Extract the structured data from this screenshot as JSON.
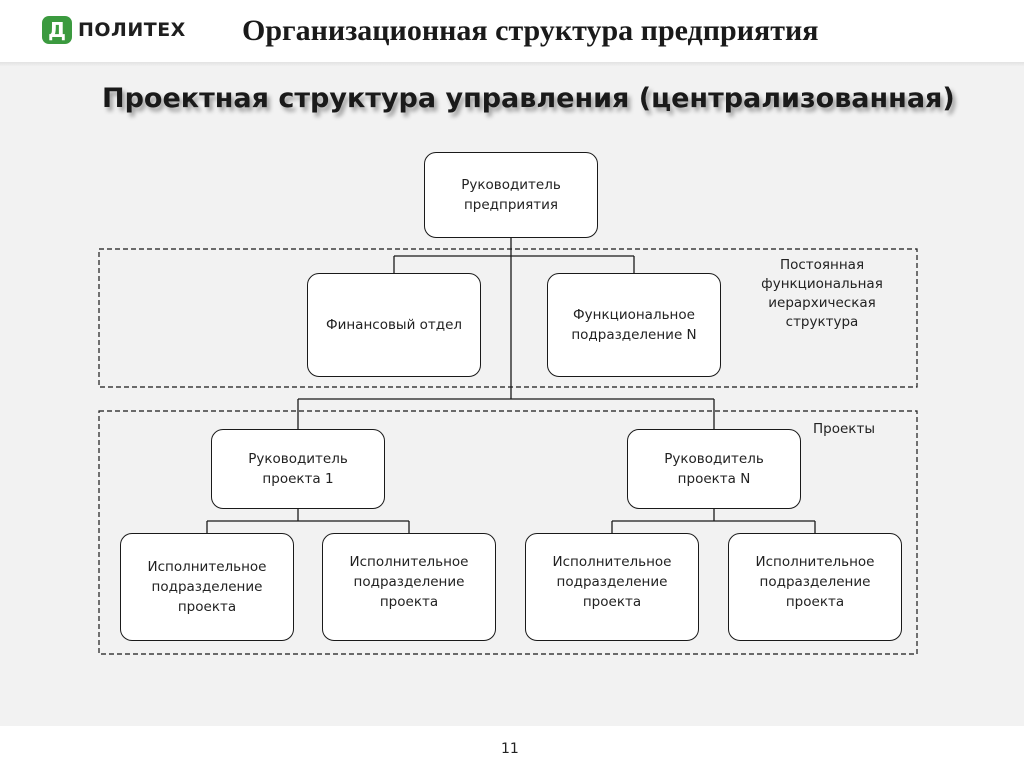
{
  "header": {
    "logo_mark": "Д",
    "logo_text": "ПОЛИТЕХ",
    "title": "Организационная структура предприятия"
  },
  "slide": {
    "subtitle": "Проектная структура управления (централизованная)",
    "page_number": "11"
  },
  "diagram": {
    "zones": {
      "functional": "Постоянная функциональная иерархическая структура",
      "projects": "Проекты"
    },
    "nodes": {
      "ceo": "Руководитель предприятия",
      "finance": "Финансовый отдел",
      "functional_unit": "Функциональное подразделение N",
      "pm1": "Руководитель проекта 1",
      "pmN": "Руководитель проекта N",
      "exec1a": "Исполнительное подразделение проекта",
      "exec1b": "Исполнительное подразделение проекта",
      "execNa": "Исполнительное подразделение проекта",
      "execNb": "Исполнительное подразделение проекта"
    }
  },
  "colors": {
    "brand_green": "#3b9a3f",
    "slide_background": "#f2f2f2",
    "line": "#1a1a1a"
  }
}
